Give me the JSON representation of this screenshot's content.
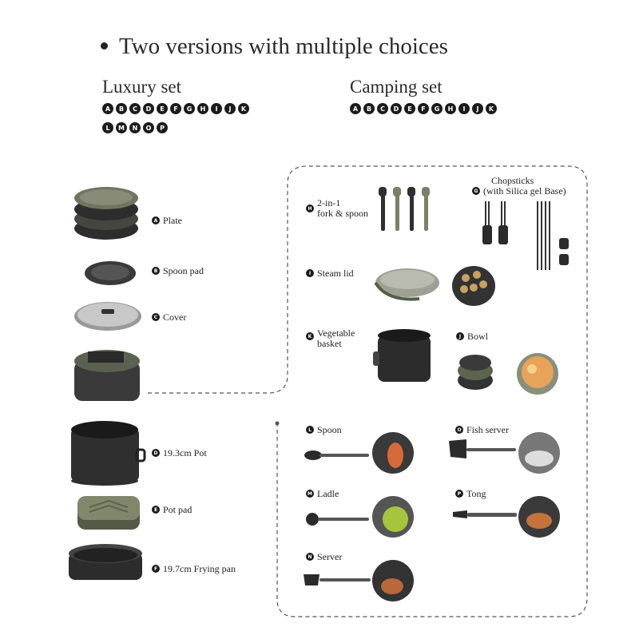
{
  "title": "Two versions with multiple choices",
  "luxury": {
    "heading": "Luxury set",
    "letters": [
      "A",
      "B",
      "C",
      "D",
      "E",
      "F",
      "G",
      "H",
      "I",
      "J",
      "K",
      "L",
      "M",
      "N",
      "O",
      "P"
    ]
  },
  "camping": {
    "heading": "Camping set",
    "letters": [
      "A",
      "B",
      "C",
      "D",
      "E",
      "F",
      "G",
      "H",
      "I",
      "J",
      "K"
    ]
  },
  "items": {
    "a": {
      "letter": "A",
      "label": "Plate"
    },
    "b": {
      "letter": "B",
      "label": "Spoon pad"
    },
    "c": {
      "letter": "C",
      "label": "Cover"
    },
    "d": {
      "letter": "D",
      "label": "19.3cm Pot"
    },
    "e": {
      "letter": "E",
      "label": "Pot pad"
    },
    "f": {
      "letter": "F",
      "label": "19.7cm Frying pan"
    },
    "g": {
      "letter": "G",
      "label1": "Chopsticks",
      "label2": "(with Silica gel Base)"
    },
    "h": {
      "letter": "H",
      "label1": "2-in-1",
      "label2": "fork & spoon"
    },
    "i": {
      "letter": "I",
      "label": "Steam lid"
    },
    "j": {
      "letter": "J",
      "label": "Bowl"
    },
    "k": {
      "letter": "K",
      "label1": "Vegetable",
      "label2": "basket"
    },
    "l": {
      "letter": "L",
      "label": "Spoon"
    },
    "m": {
      "letter": "M",
      "label": "Ladle"
    },
    "n": {
      "letter": "N",
      "label": "Server"
    },
    "o": {
      "letter": "O",
      "label": "Fish server"
    },
    "p": {
      "letter": "P",
      "label": "Tong"
    }
  },
  "colors": {
    "dark": "#2b2b2b",
    "olive": "#6f7560",
    "accent": "#1c1c1c"
  }
}
